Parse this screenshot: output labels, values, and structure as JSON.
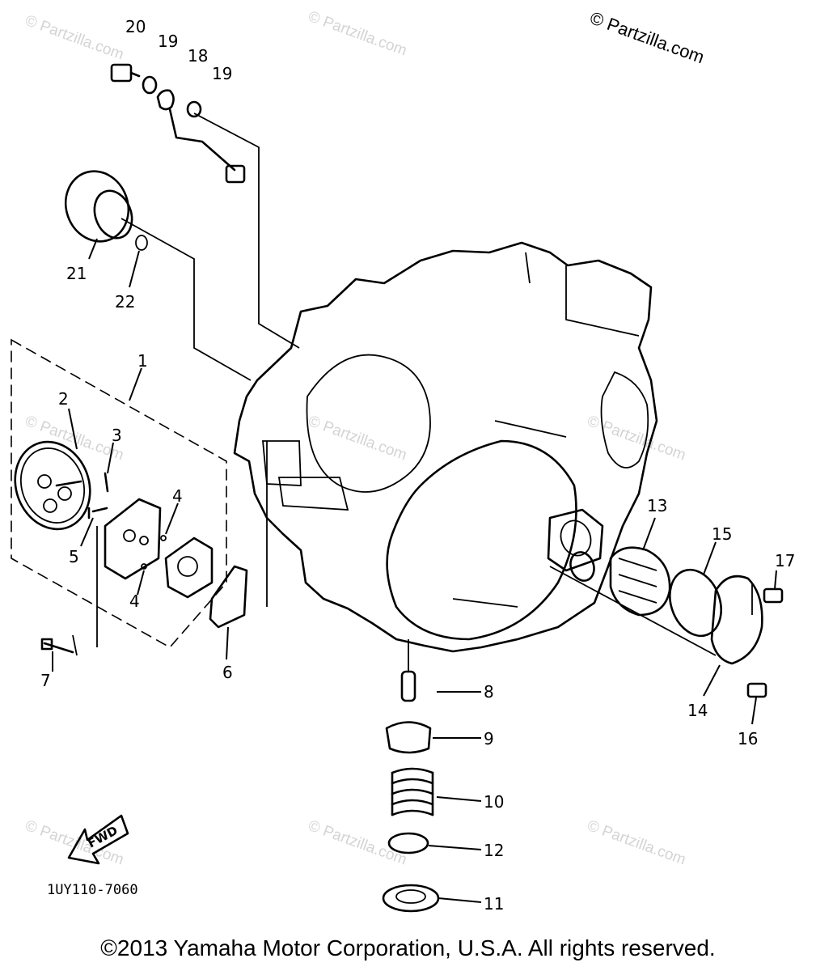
{
  "watermark_top": "© Partzilla.com",
  "watermark_repeat": "© Partzilla.com",
  "diagram_code": "1UY110-7060",
  "fwd_label": "FWD",
  "copyright": "©2013  Yamaha Motor Corporation, U.S.A. All rights reserved.",
  "callouts": {
    "c1": "1",
    "c2": "2",
    "c3": "3",
    "c4a": "4",
    "c4b": "4",
    "c5": "5",
    "c6": "6",
    "c7": "7",
    "c8": "8",
    "c9": "9",
    "c10": "10",
    "c11": "11",
    "c12": "12",
    "c13": "13",
    "c14": "14",
    "c15": "15",
    "c16": "16",
    "c17": "17",
    "c18": "18",
    "c19a": "19",
    "c19b": "19",
    "c20": "20",
    "c21": "21",
    "c22": "22"
  }
}
